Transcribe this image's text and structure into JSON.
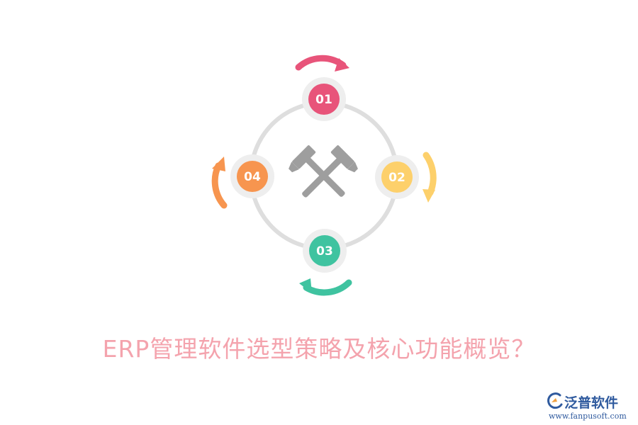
{
  "diagram": {
    "nodes": [
      {
        "label": "01",
        "color": "#e8547a"
      },
      {
        "label": "02",
        "color": "#fdd06b"
      },
      {
        "label": "03",
        "color": "#3fc3a0"
      },
      {
        "label": "04",
        "color": "#f7954f"
      }
    ],
    "ring_color": "#dedede",
    "node_halo_color": "#eeeeee",
    "center_icon": "crossed-hammers-icon",
    "center_icon_color": "#9e9e9e"
  },
  "title": "ERP管理软件选型策略及核心功能概览？",
  "title_color": "#f4a3ad",
  "logo": {
    "name": "泛普软件",
    "url": "www.fanpusoft.com",
    "color": "#2f5a9e"
  }
}
